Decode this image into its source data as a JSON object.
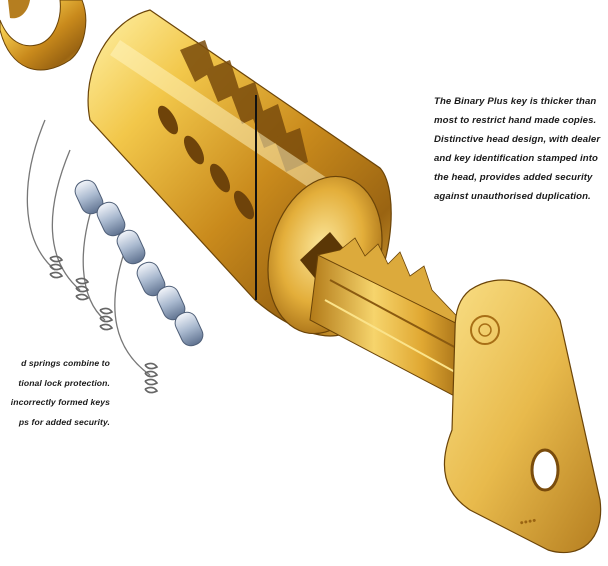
{
  "captions": {
    "right": [
      "The Binary Plus key is thicker than",
      "most to restrict hand made copies.",
      "Distinctive head design, with dealer",
      "and key identification stamped into",
      "the head, provides added security",
      "against unauthorised duplication."
    ],
    "left": [
      "d springs combine to",
      "tional lock protection.",
      "incorrectly formed keys",
      "ps for added security."
    ]
  },
  "colors": {
    "brass_light": "#f7e07a",
    "brass_mid": "#d9a32a",
    "brass_dark": "#8a5a10",
    "pin_light": "#dfe7f2",
    "pin_dark": "#6d7f99",
    "spring": "#777777"
  }
}
